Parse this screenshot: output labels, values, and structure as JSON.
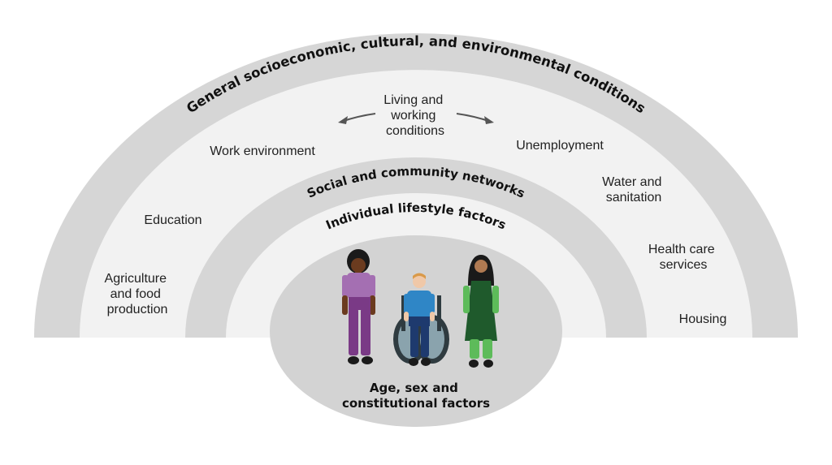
{
  "layers": {
    "outer": {
      "label": "General socioeconomic, cultural, and environmental conditions"
    },
    "community": {
      "label": "Social and community networks"
    },
    "lifestyle": {
      "label": "Individual lifestyle factors"
    },
    "core": {
      "line1": "Age, sex and",
      "line2": "constitutional factors"
    }
  },
  "living_conditions": {
    "line1": "Living and",
    "line2": "working",
    "line3": "conditions"
  },
  "factors": {
    "work_environment": {
      "line1": "Work environment"
    },
    "unemployment": {
      "line1": "Unemployment"
    },
    "education": {
      "line1": "Education"
    },
    "water": {
      "line1": "Water and",
      "line2": "sanitation"
    },
    "agriculture": {
      "line1": "Agriculture",
      "line2": "and food",
      "line3": "production"
    },
    "health_care": {
      "line1": "Health care",
      "line2": "services"
    },
    "housing": {
      "line1": "Housing"
    }
  },
  "colors": {
    "band": "#d6d6d6",
    "gap": "#f2f2f2",
    "core": "#d3d3d3",
    "purple": "#a46fb2",
    "blue": "#2f86c6",
    "navy": "#1e3a6e",
    "green_dark": "#1f5a2c",
    "green_light": "#5dbb5a"
  }
}
